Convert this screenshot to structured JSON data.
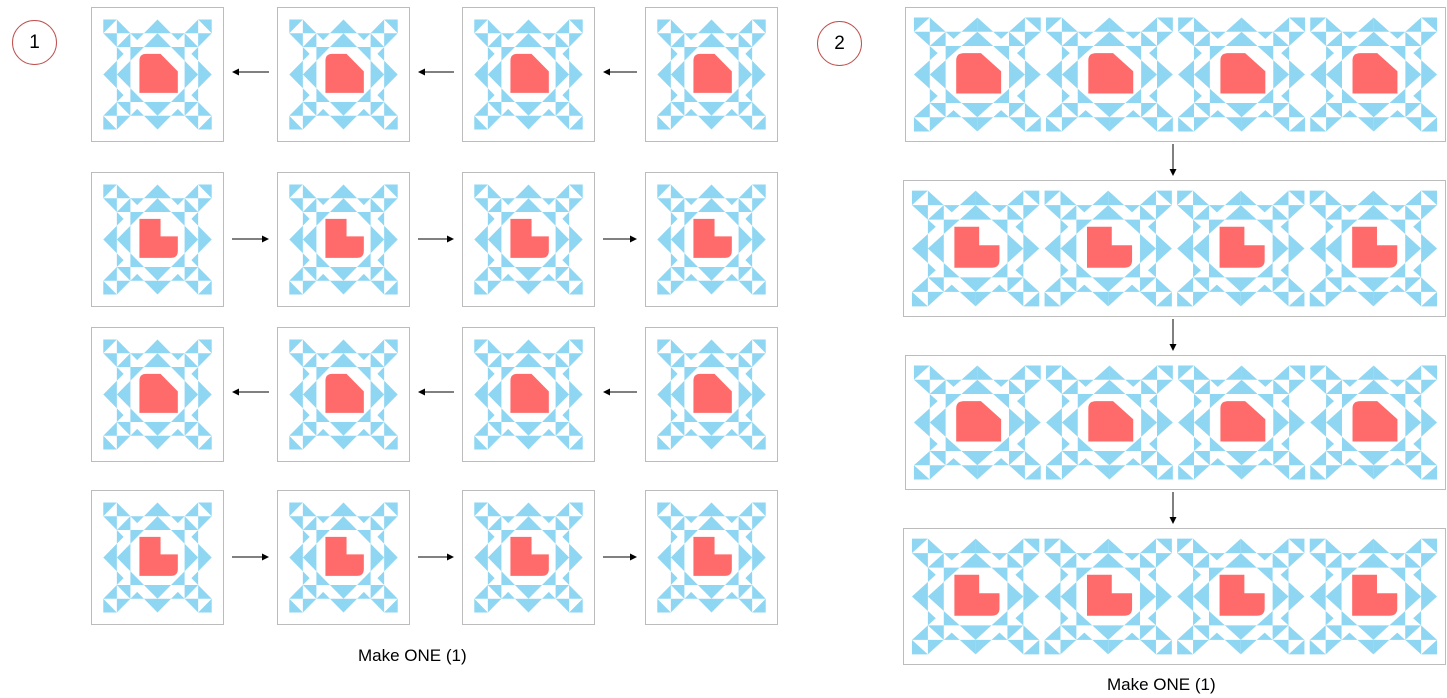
{
  "panel1": {
    "step_number": "1",
    "caption": "Make ONE (1)"
  },
  "panel2": {
    "step_number": "2",
    "caption": "Make ONE (1)"
  },
  "colors": {
    "light_blue": "#8fd6f2",
    "heart_red": "#ff6b6b",
    "badge_border": "#c0504d",
    "frame_border": "#bcbcbc"
  },
  "icons": {
    "block": "heart-quilt-block",
    "arrow": "arrow-right / arrow-left / arrow-down"
  }
}
